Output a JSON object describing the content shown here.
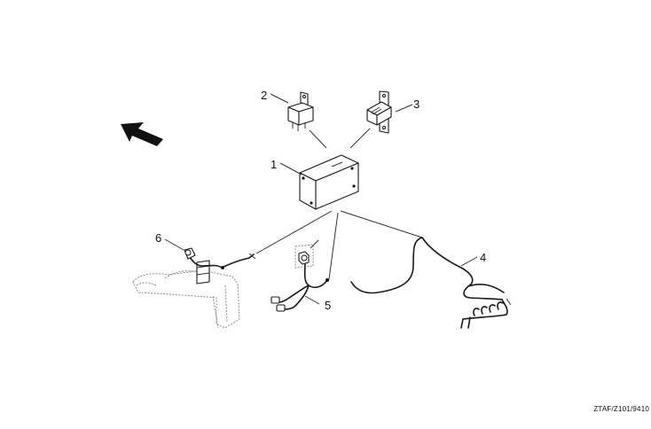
{
  "callouts": {
    "c1": "1",
    "c2": "2",
    "c3": "3",
    "c4": "4",
    "c5": "5",
    "c6": "6"
  },
  "reference_code": "ZTAF/Z101/9410",
  "icons": {
    "direction": "arrow-up-left-icon"
  },
  "colors": {
    "line": "#1a1a1a",
    "background": "#ffffff"
  }
}
